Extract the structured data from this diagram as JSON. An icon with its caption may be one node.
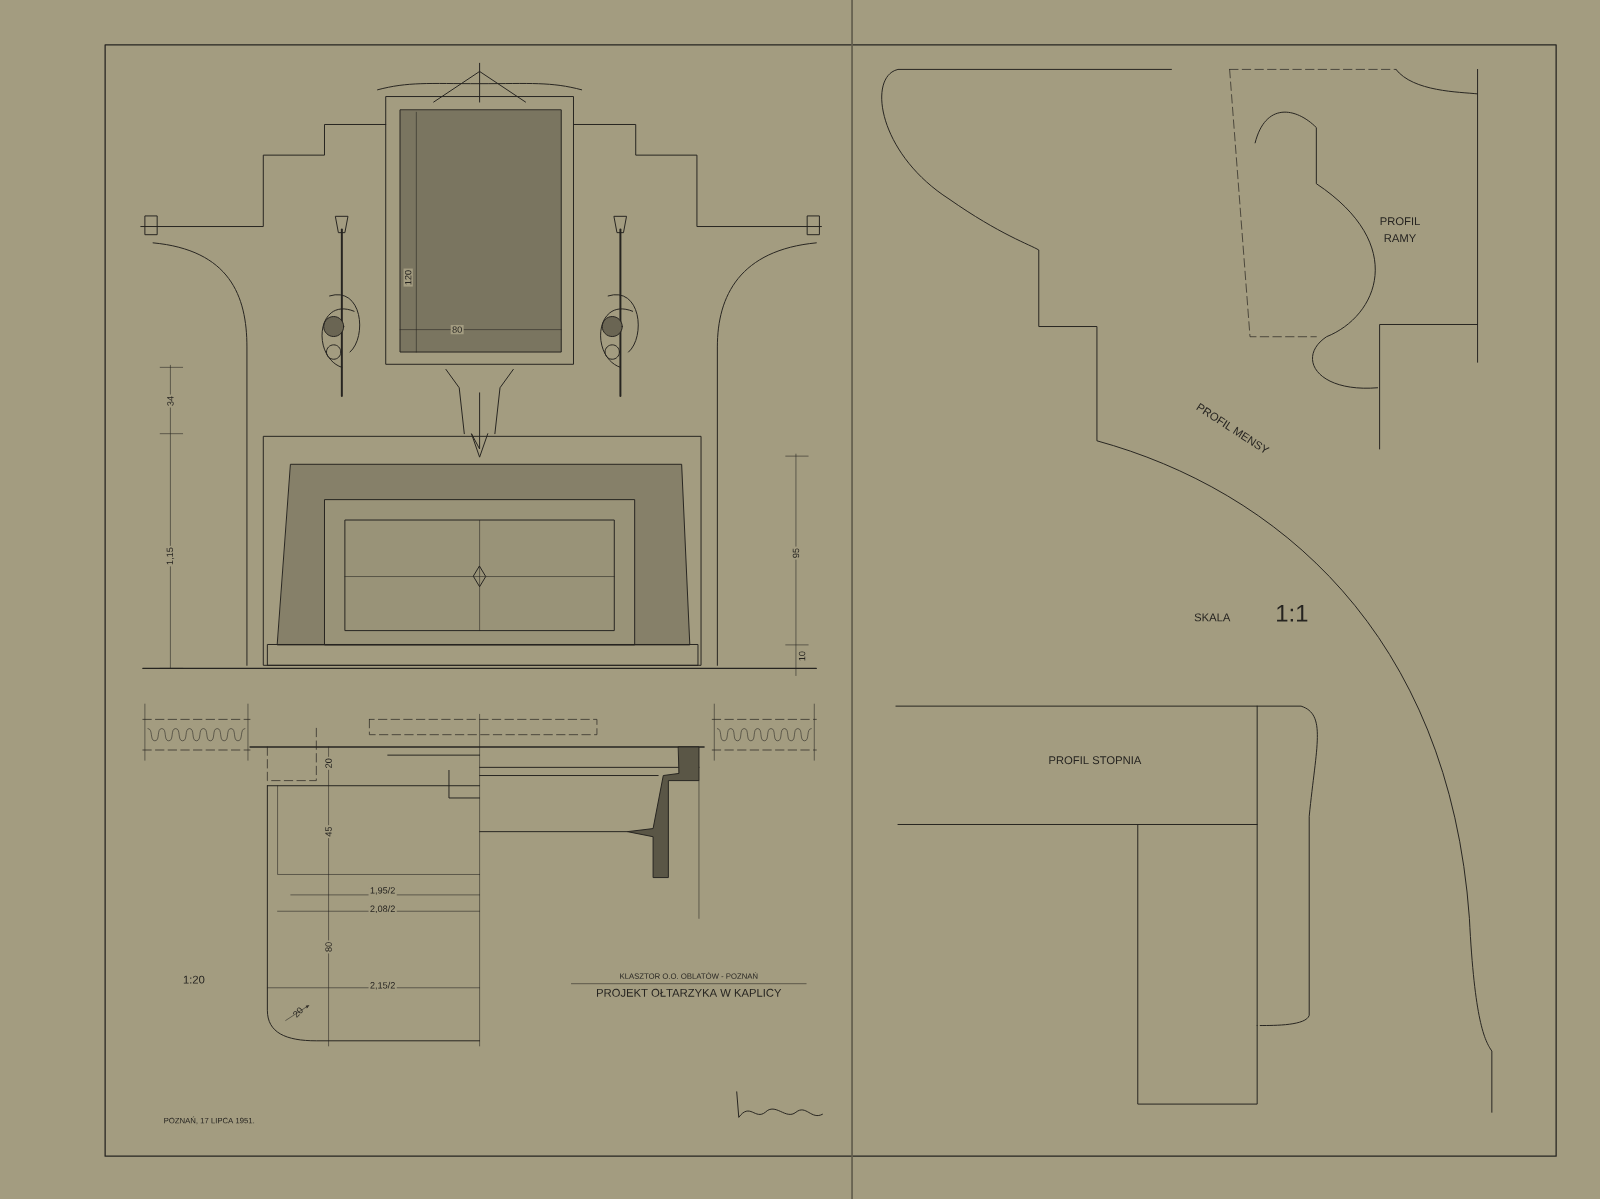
{
  "diagram": {
    "labels": [
      "120",
      "80",
      "34",
      "1,15",
      "95",
      "10",
      "20",
      "45",
      "1,95/2",
      "2,08/2",
      "80",
      "1:20",
      "2,15/2",
      "20",
      "KLASZTOR O.O. OBLATÓW - POZNAŃ",
      "PROJEKT OŁTARZYKA W KAPLICY",
      "POZNAŃ, 17 LIPCA 1951.",
      "PROFIL RAMY",
      "PROFIL MENSY",
      "SKALA",
      "1:1",
      "PROFIL STOPNIA"
    ]
  }
}
